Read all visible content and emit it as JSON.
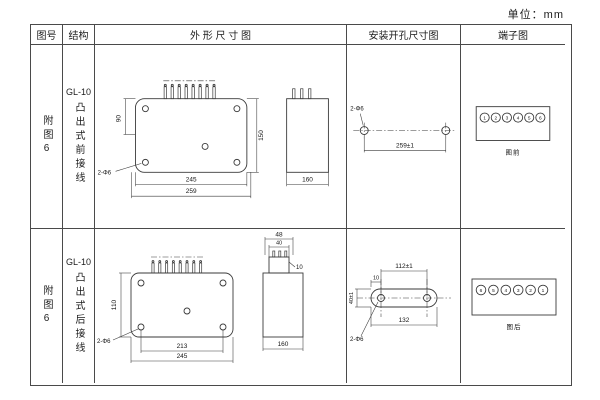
{
  "unit_label": "单位：mm",
  "table": {
    "headers": [
      "图号",
      "结构",
      "外 形 尺 寸 图",
      "安装开孔尺寸图",
      "端子图"
    ]
  },
  "rows": [
    {
      "figure_no": "附图6",
      "model": "GL-10",
      "structure": "凸出式前接线",
      "outline": {
        "width_inner": "245",
        "width_outer": "259",
        "height": "150",
        "top_height": "90",
        "depth": "160",
        "hole_label": "2-Φ6"
      },
      "install": {
        "span": "259±1",
        "hole_label": "2-Φ6"
      },
      "terminal": {
        "numbers": [
          "1",
          "2",
          "3",
          "4",
          "5",
          "6"
        ],
        "caption": "图前"
      }
    },
    {
      "figure_no": "附图6",
      "model": "GL-10",
      "structure": "凸出式后接线",
      "outline": {
        "width_inner": "213",
        "width_outer": "245",
        "height": "110",
        "block_width_outer": "48",
        "block_width": "40",
        "block_offset": "10",
        "depth": "160",
        "hole_label": "2-Φ6"
      },
      "install": {
        "span_holes": "112±1",
        "span_outer": "132",
        "slot_height": "40±1",
        "hole_offset": "10",
        "hole_label": "2-Φ6"
      },
      "terminal": {
        "numbers": [
          "6",
          "5",
          "4",
          "3",
          "2",
          "1"
        ],
        "caption": "图后"
      }
    }
  ]
}
